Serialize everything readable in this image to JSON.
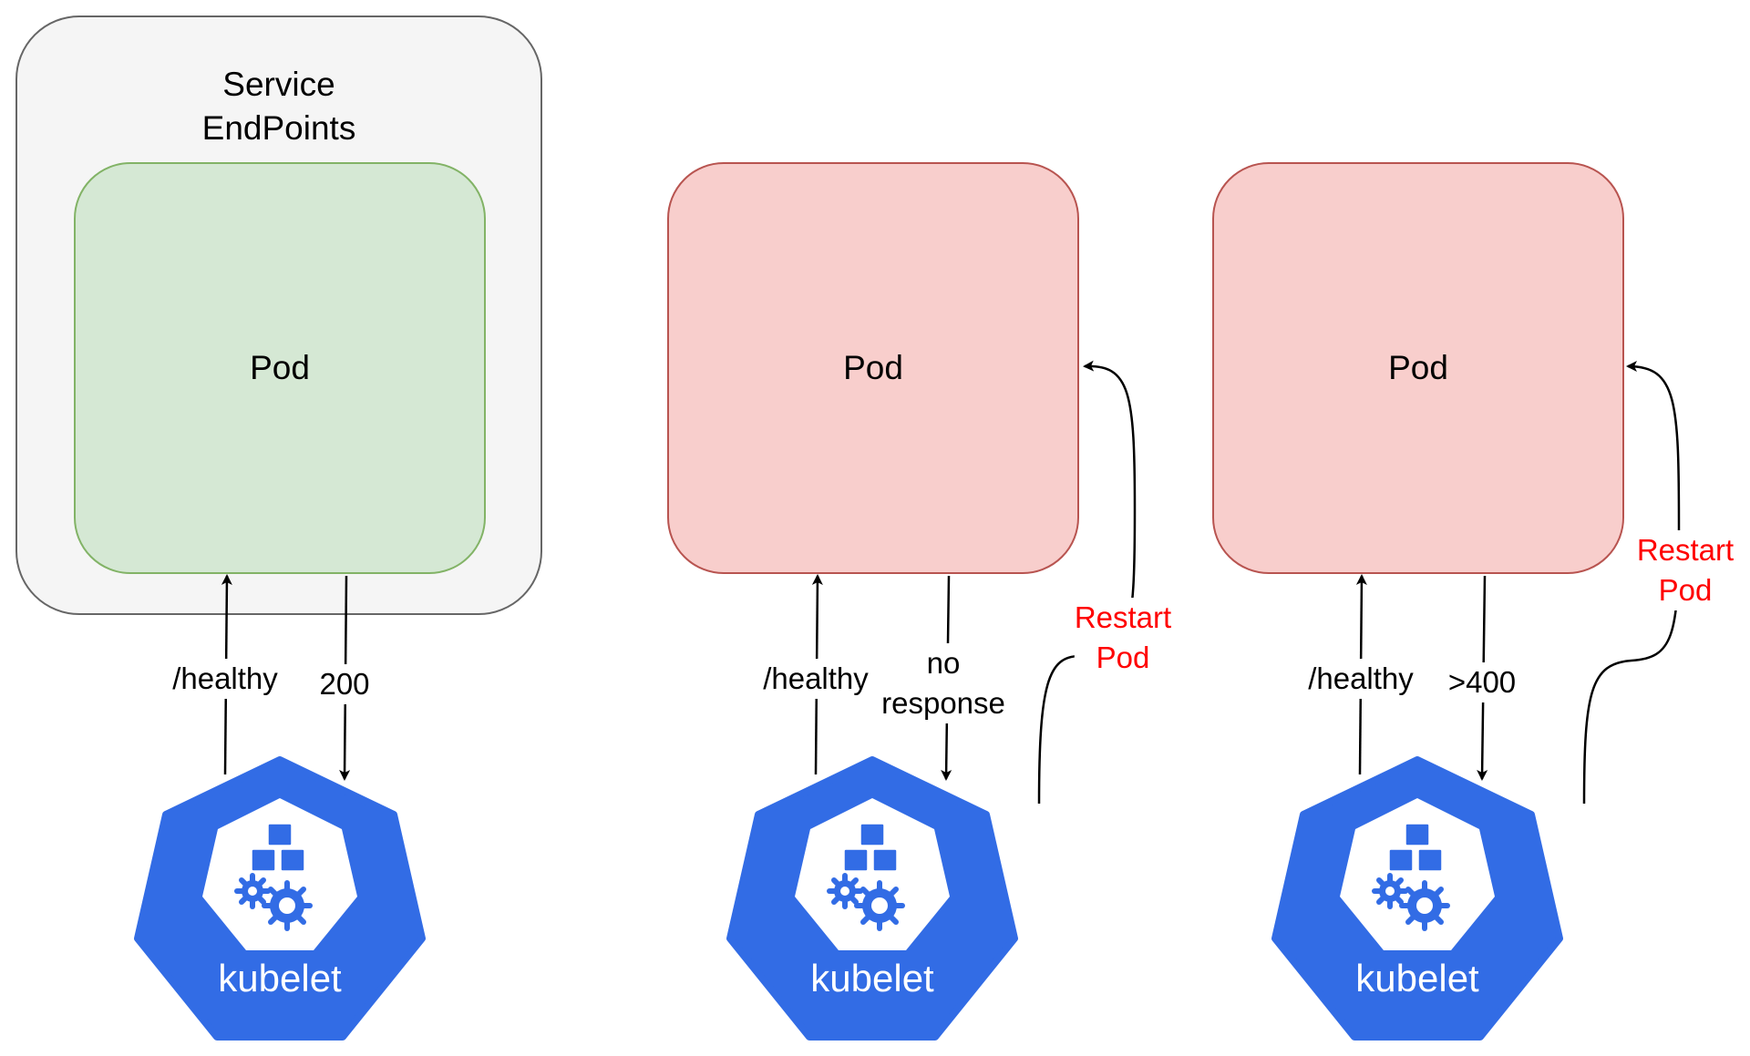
{
  "service": {
    "title_line1": "Service",
    "title_line2": "EndPoints"
  },
  "pods": [
    {
      "label": "Pod",
      "state": "healthy"
    },
    {
      "label": "Pod",
      "state": "failed"
    },
    {
      "label": "Pod",
      "state": "failed"
    }
  ],
  "probes": [
    {
      "request": "/healthy",
      "response_line1": "200",
      "response_line2": ""
    },
    {
      "request": "/healthy",
      "response_line1": "no",
      "response_line2": "response",
      "action_line1": "Restart",
      "action_line2": "Pod"
    },
    {
      "request": "/healthy",
      "response_line1": ">400",
      "response_line2": "",
      "action_line1": "Restart",
      "action_line2": "Pod"
    }
  ],
  "kubelets": [
    {
      "label": "kubelet"
    },
    {
      "label": "kubelet"
    },
    {
      "label": "kubelet"
    }
  ],
  "colors": {
    "healthy_fill": "#d5e8d4",
    "healthy_stroke": "#82b366",
    "failed_fill": "#f8cecc",
    "failed_stroke": "#b85450",
    "service_fill": "#f5f5f5",
    "kubelet_blue": "#326ce5",
    "action_text": "#ff0000"
  }
}
